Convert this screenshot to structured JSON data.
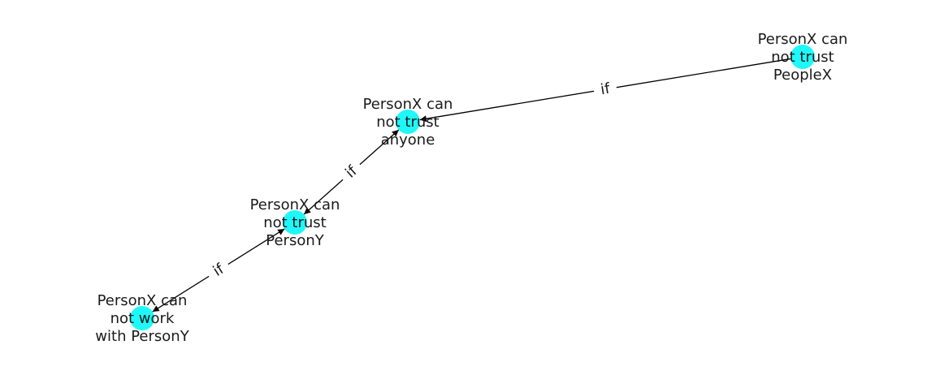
{
  "colors": {
    "node_fill": "#1ff8f8",
    "edge": "#000000",
    "background": "#ffffff",
    "text": "#1a1a1a"
  },
  "nodes": [
    {
      "id": "n1",
      "lines": [
        "PersonX can",
        "not trust",
        "PeopleX"
      ]
    },
    {
      "id": "n2",
      "lines": [
        "PersonX can",
        "not trust",
        "anyone"
      ]
    },
    {
      "id": "n3",
      "lines": [
        "PersonX can",
        "not trust",
        "PersonY"
      ]
    },
    {
      "id": "n4",
      "lines": [
        "PersonX can",
        "not work",
        "with PersonY"
      ]
    }
  ],
  "edges": [
    {
      "from": "n1",
      "to": "n2",
      "label": "if"
    },
    {
      "from": "n2",
      "to": "n3",
      "label": "if",
      "bidirectional": true
    },
    {
      "from": "n3",
      "to": "n4",
      "label": "if",
      "bidirectional": true
    }
  ]
}
